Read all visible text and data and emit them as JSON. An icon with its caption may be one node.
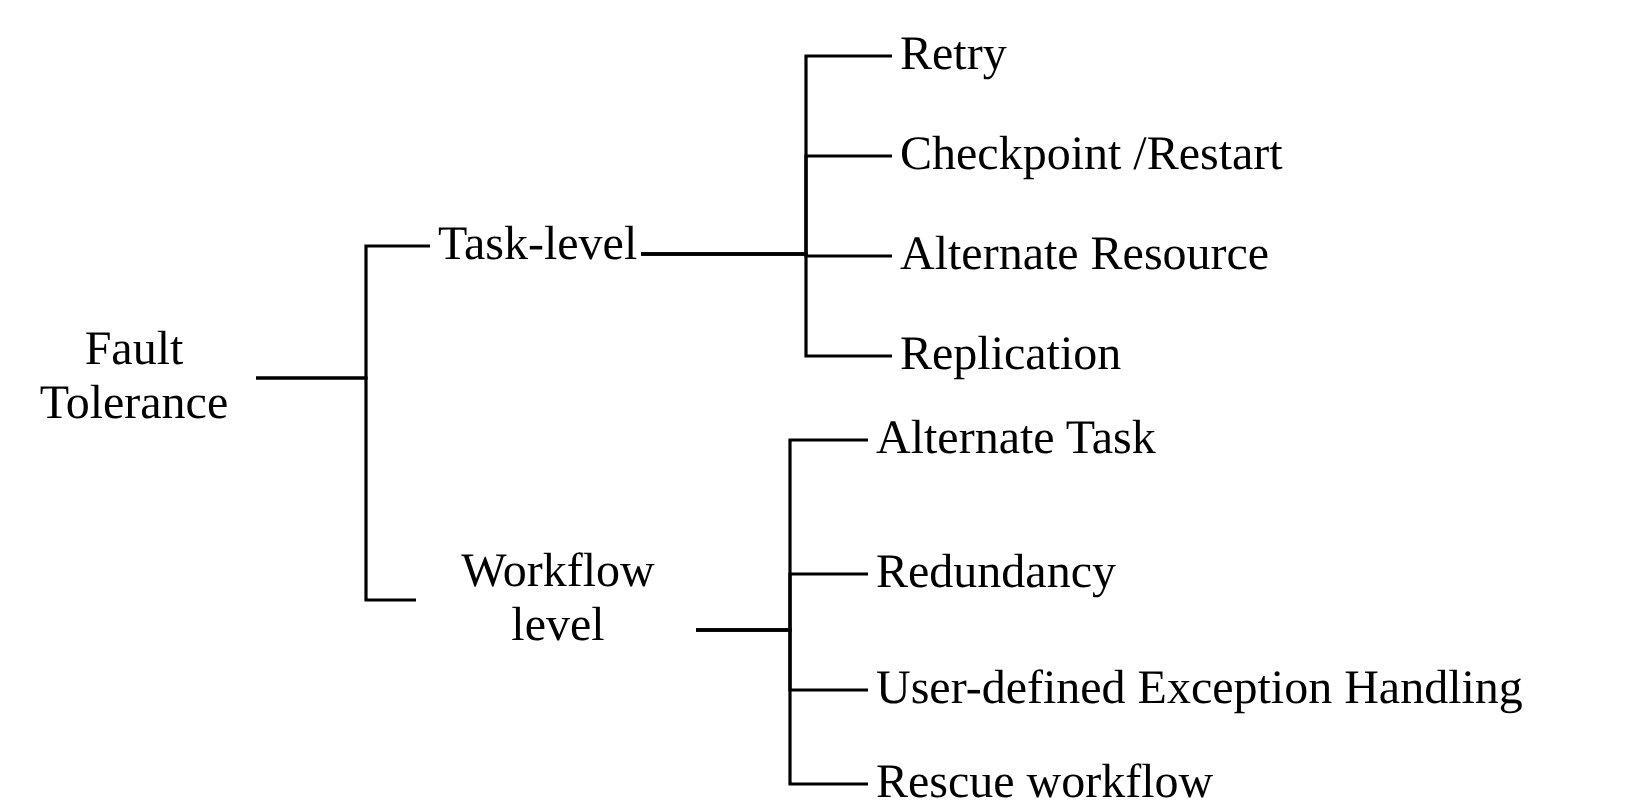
{
  "diagram": {
    "nodes": [
      {
        "text": [
          "Fault Tolerance"
        ]
      },
      {
        "text": [
          "Task-level"
        ]
      },
      {
        "text": [
          "Retry"
        ]
      },
      {
        "text": [
          "Checkpoint /Restart"
        ]
      },
      {
        "text": [
          "Alternate Resource"
        ]
      },
      {
        "text": [
          "Replication"
        ]
      },
      {
        "text": [
          "Workflow level"
        ]
      },
      {
        "text": [
          "Alternate Task"
        ]
      },
      {
        "text": [
          "Redundancy"
        ]
      },
      {
        "text": [
          "User-defined Exception Handling"
        ]
      },
      {
        "text": [
          "Rescue workflow"
        ]
      }
    ],
    "edges": [
      {
        "from": 0,
        "to": 1,
        "arrow": "none"
      },
      {
        "from": 0,
        "to": 6,
        "arrow": "none"
      },
      {
        "from": 1,
        "to": 2,
        "arrow": "none"
      },
      {
        "from": 1,
        "to": 3,
        "arrow": "none"
      },
      {
        "from": 1,
        "to": 4,
        "arrow": "none"
      },
      {
        "from": 1,
        "to": 5,
        "arrow": "none"
      },
      {
        "from": 6,
        "to": 7,
        "arrow": "none"
      },
      {
        "from": 6,
        "to": 8,
        "arrow": "none"
      },
      {
        "from": 6,
        "to": 9,
        "arrow": "none"
      },
      {
        "from": 6,
        "to": 10,
        "arrow": "none"
      }
    ]
  }
}
